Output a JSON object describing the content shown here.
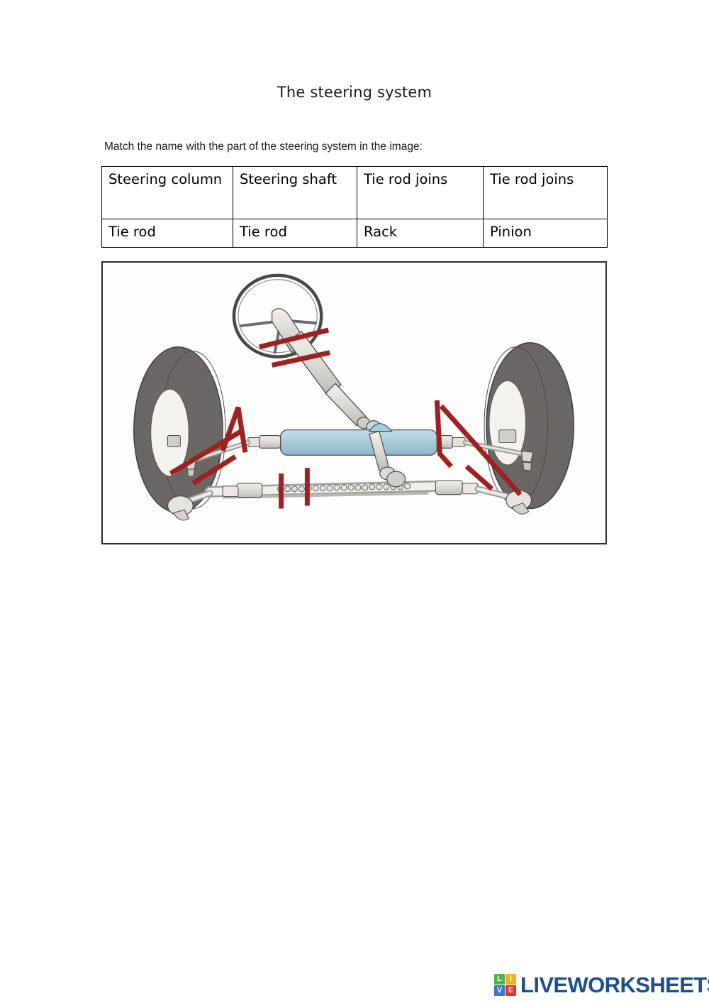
{
  "worksheet": {
    "title": "The steering system",
    "instruction": "Match the name with the part of the steering system in the image:"
  },
  "match_table": {
    "rows": [
      [
        {
          "label": "Steering column"
        },
        {
          "label": "Steering shaft"
        },
        {
          "label": "Tie rod joins"
        },
        {
          "label": "Tie rod joins"
        }
      ],
      [
        {
          "label": "Tie rod"
        },
        {
          "label": "Tie rod"
        },
        {
          "label": "Rack"
        },
        {
          "label": "Pinion"
        }
      ]
    ]
  },
  "diagram": {
    "alt": "Rack and pinion steering system diagram with two front wheels, steering wheel, steering column and shaft, steering gear housing, tie rods, rack and pinion",
    "annotation_color": "#9e2020",
    "annotations": [
      {
        "name": "steering-column-pointer",
        "target": "steering column"
      },
      {
        "name": "steering-shaft-pointer",
        "target": "steering shaft"
      },
      {
        "name": "left-tie-rod-joins-pointer",
        "target": "tie rod joins"
      },
      {
        "name": "left-tie-rod-pointer",
        "target": "tie rod"
      },
      {
        "name": "rack-pointer",
        "target": "rack"
      },
      {
        "name": "pinion-pointer",
        "target": "pinion"
      },
      {
        "name": "right-tie-rod-joins-pointer",
        "target": "tie rod joins"
      },
      {
        "name": "right-tie-rod-pointer",
        "target": "tie rod"
      }
    ],
    "colors": {
      "tire": "#6d6a68",
      "hub": "#f4f2ee",
      "metal": "#d8d7d2",
      "gear_housing": "#a9cbd8",
      "outline": "#3a3a3a"
    }
  },
  "footer": {
    "logo": {
      "mark_letters": [
        "L",
        "I",
        "V",
        "E"
      ],
      "wordmark": "LIVEWORKSHEETS"
    }
  }
}
